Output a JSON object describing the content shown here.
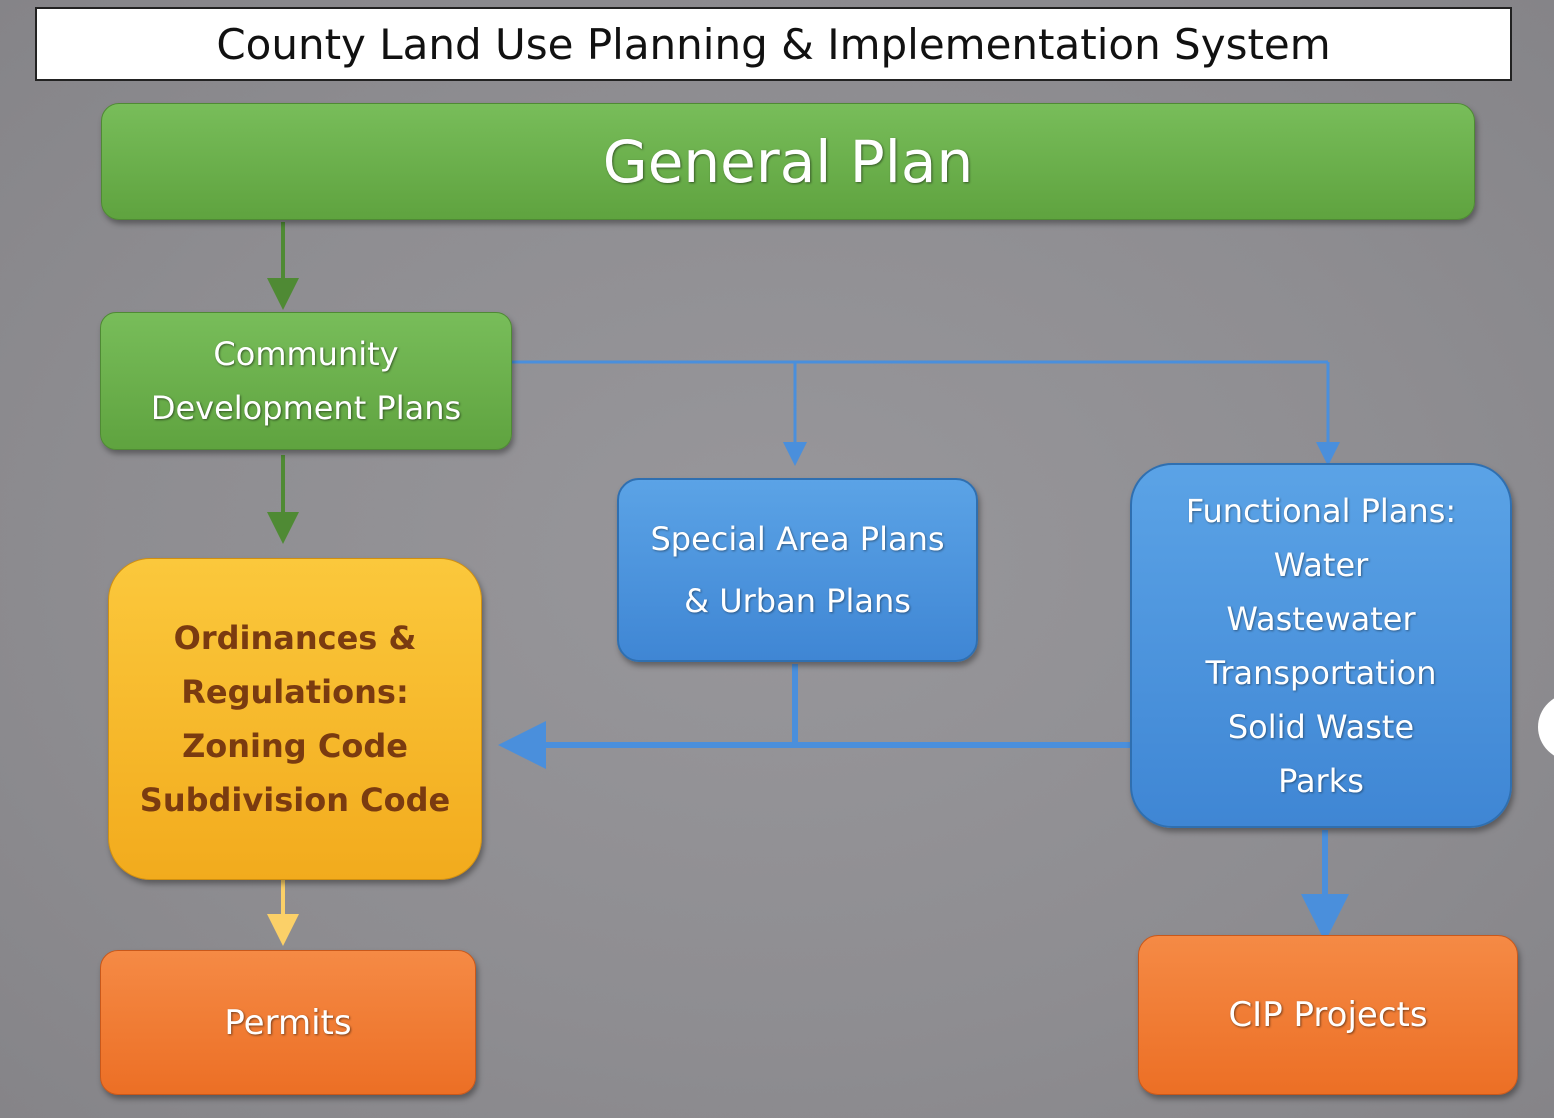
{
  "title": "County Land Use Planning & Implementation System",
  "general_plan": "General Plan",
  "community": {
    "line1": "Community",
    "line2": "Development Plans"
  },
  "ordinances": {
    "lines": [
      "Ordinances &",
      "Regulations:",
      "Zoning Code",
      "Subdivision Code"
    ]
  },
  "permits": "Permits",
  "special": {
    "line1": "Special Area Plans",
    "line2": "& Urban Plans"
  },
  "functional": {
    "lines": [
      "Functional Plans:",
      "Water",
      "Wastewater",
      "Transportation",
      "Solid Waste",
      "Parks"
    ]
  },
  "cip": "CIP Projects",
  "colors": {
    "green_arrow": "#4f8a34",
    "blue_line": "#4a8fdc",
    "yellow_arrow": "#fbd068"
  }
}
